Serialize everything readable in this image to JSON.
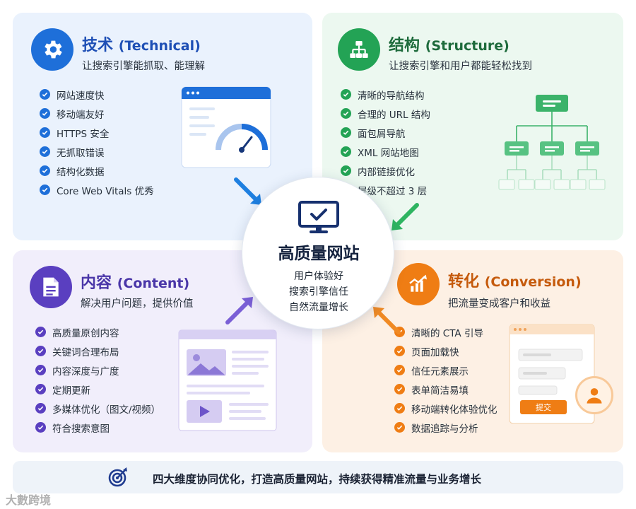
{
  "technical": {
    "title_cn": "技术",
    "title_en": "(Technical)",
    "subtitle": "让搜索引擎能抓取、能理解",
    "items": [
      "网站速度快",
      "移动端友好",
      "HTTPS 安全",
      "无抓取错误",
      "结构化数据",
      "Core Web Vitals 优秀"
    ],
    "color": "#1e6fd9"
  },
  "structure": {
    "title_cn": "结构",
    "title_en": "(Structure)",
    "subtitle": "让搜索引擎和用户都能轻松找到",
    "items": [
      "清晰的导航结构",
      "合理的 URL 结构",
      "面包屑导航",
      "XML 网站地图",
      "内部链接优化",
      "层级不超过 3 层"
    ],
    "color": "#23a355"
  },
  "content": {
    "title_cn": "内容",
    "title_en": "(Content)",
    "subtitle": "解决用户问题，提供价值",
    "items": [
      "高质量原创内容",
      "关键词合理布局",
      "内容深度与广度",
      "定期更新",
      "多媒体优化（图文/视频）",
      "符合搜索意图"
    ],
    "color": "#5a3fc0"
  },
  "conversion": {
    "title_cn": "转化",
    "title_en": "(Conversion)",
    "subtitle": "把流量变成客户和收益",
    "items": [
      "清晰的 CTA 引导",
      "页面加载快",
      "信任元素展示",
      "表单简洁易填",
      "移动端转化体验优化",
      "数据追踪与分析"
    ],
    "form_button": "提交",
    "color": "#ef7d14"
  },
  "center": {
    "title": "高质量网站",
    "lines": [
      "用户体验好",
      "搜索引擎信任",
      "自然流量增长"
    ]
  },
  "footer": {
    "text": "四大维度协同优化，打造高质量网站，持续获得精准流量与业务增长"
  },
  "watermark": "大數跨境",
  "icons": {
    "technical": "gear-icon",
    "structure": "sitemap-icon",
    "content": "document-icon",
    "conversion": "growth-chart-icon",
    "center": "monitor-check-icon",
    "footer": "target-icon"
  }
}
